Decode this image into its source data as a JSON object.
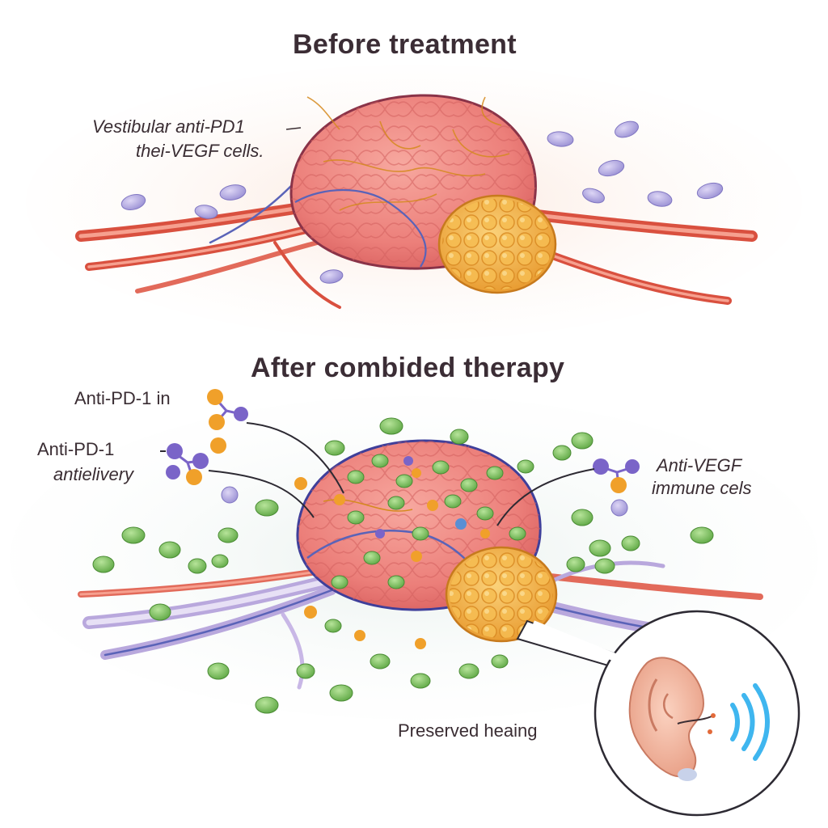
{
  "panels": {
    "before": {
      "title": "Before treatment",
      "callout_line1": "Vestibular anti-PD1",
      "callout_line2": "thei-VEGF cells."
    },
    "after": {
      "title": "After combided therapy",
      "callout_top_left": "Anti-PD-1 in",
      "callout_mid_left_line1": "Anti-PD-1",
      "callout_mid_left_line2": "antielivery",
      "callout_right_line1": "Anti-VEGF",
      "callout_right_line2": "immune cels",
      "outcome": "Preserved heaing"
    }
  },
  "colors": {
    "tumor": "#ef8a84",
    "tumor_outline": "#8a3348",
    "schwannoma_nodule": "#f2b03a",
    "vessel": "#e2574a",
    "vein": "#5a63b8",
    "immune_cell": "#7cc35d",
    "antibody_orange": "#f0a02a",
    "antibody_purple": "#7a64c8",
    "sound_wave": "#3fb6ef",
    "ear": "#f2b9a2"
  },
  "icons": [
    "ear-icon",
    "sound-wave-icon",
    "antibody-icon"
  ]
}
